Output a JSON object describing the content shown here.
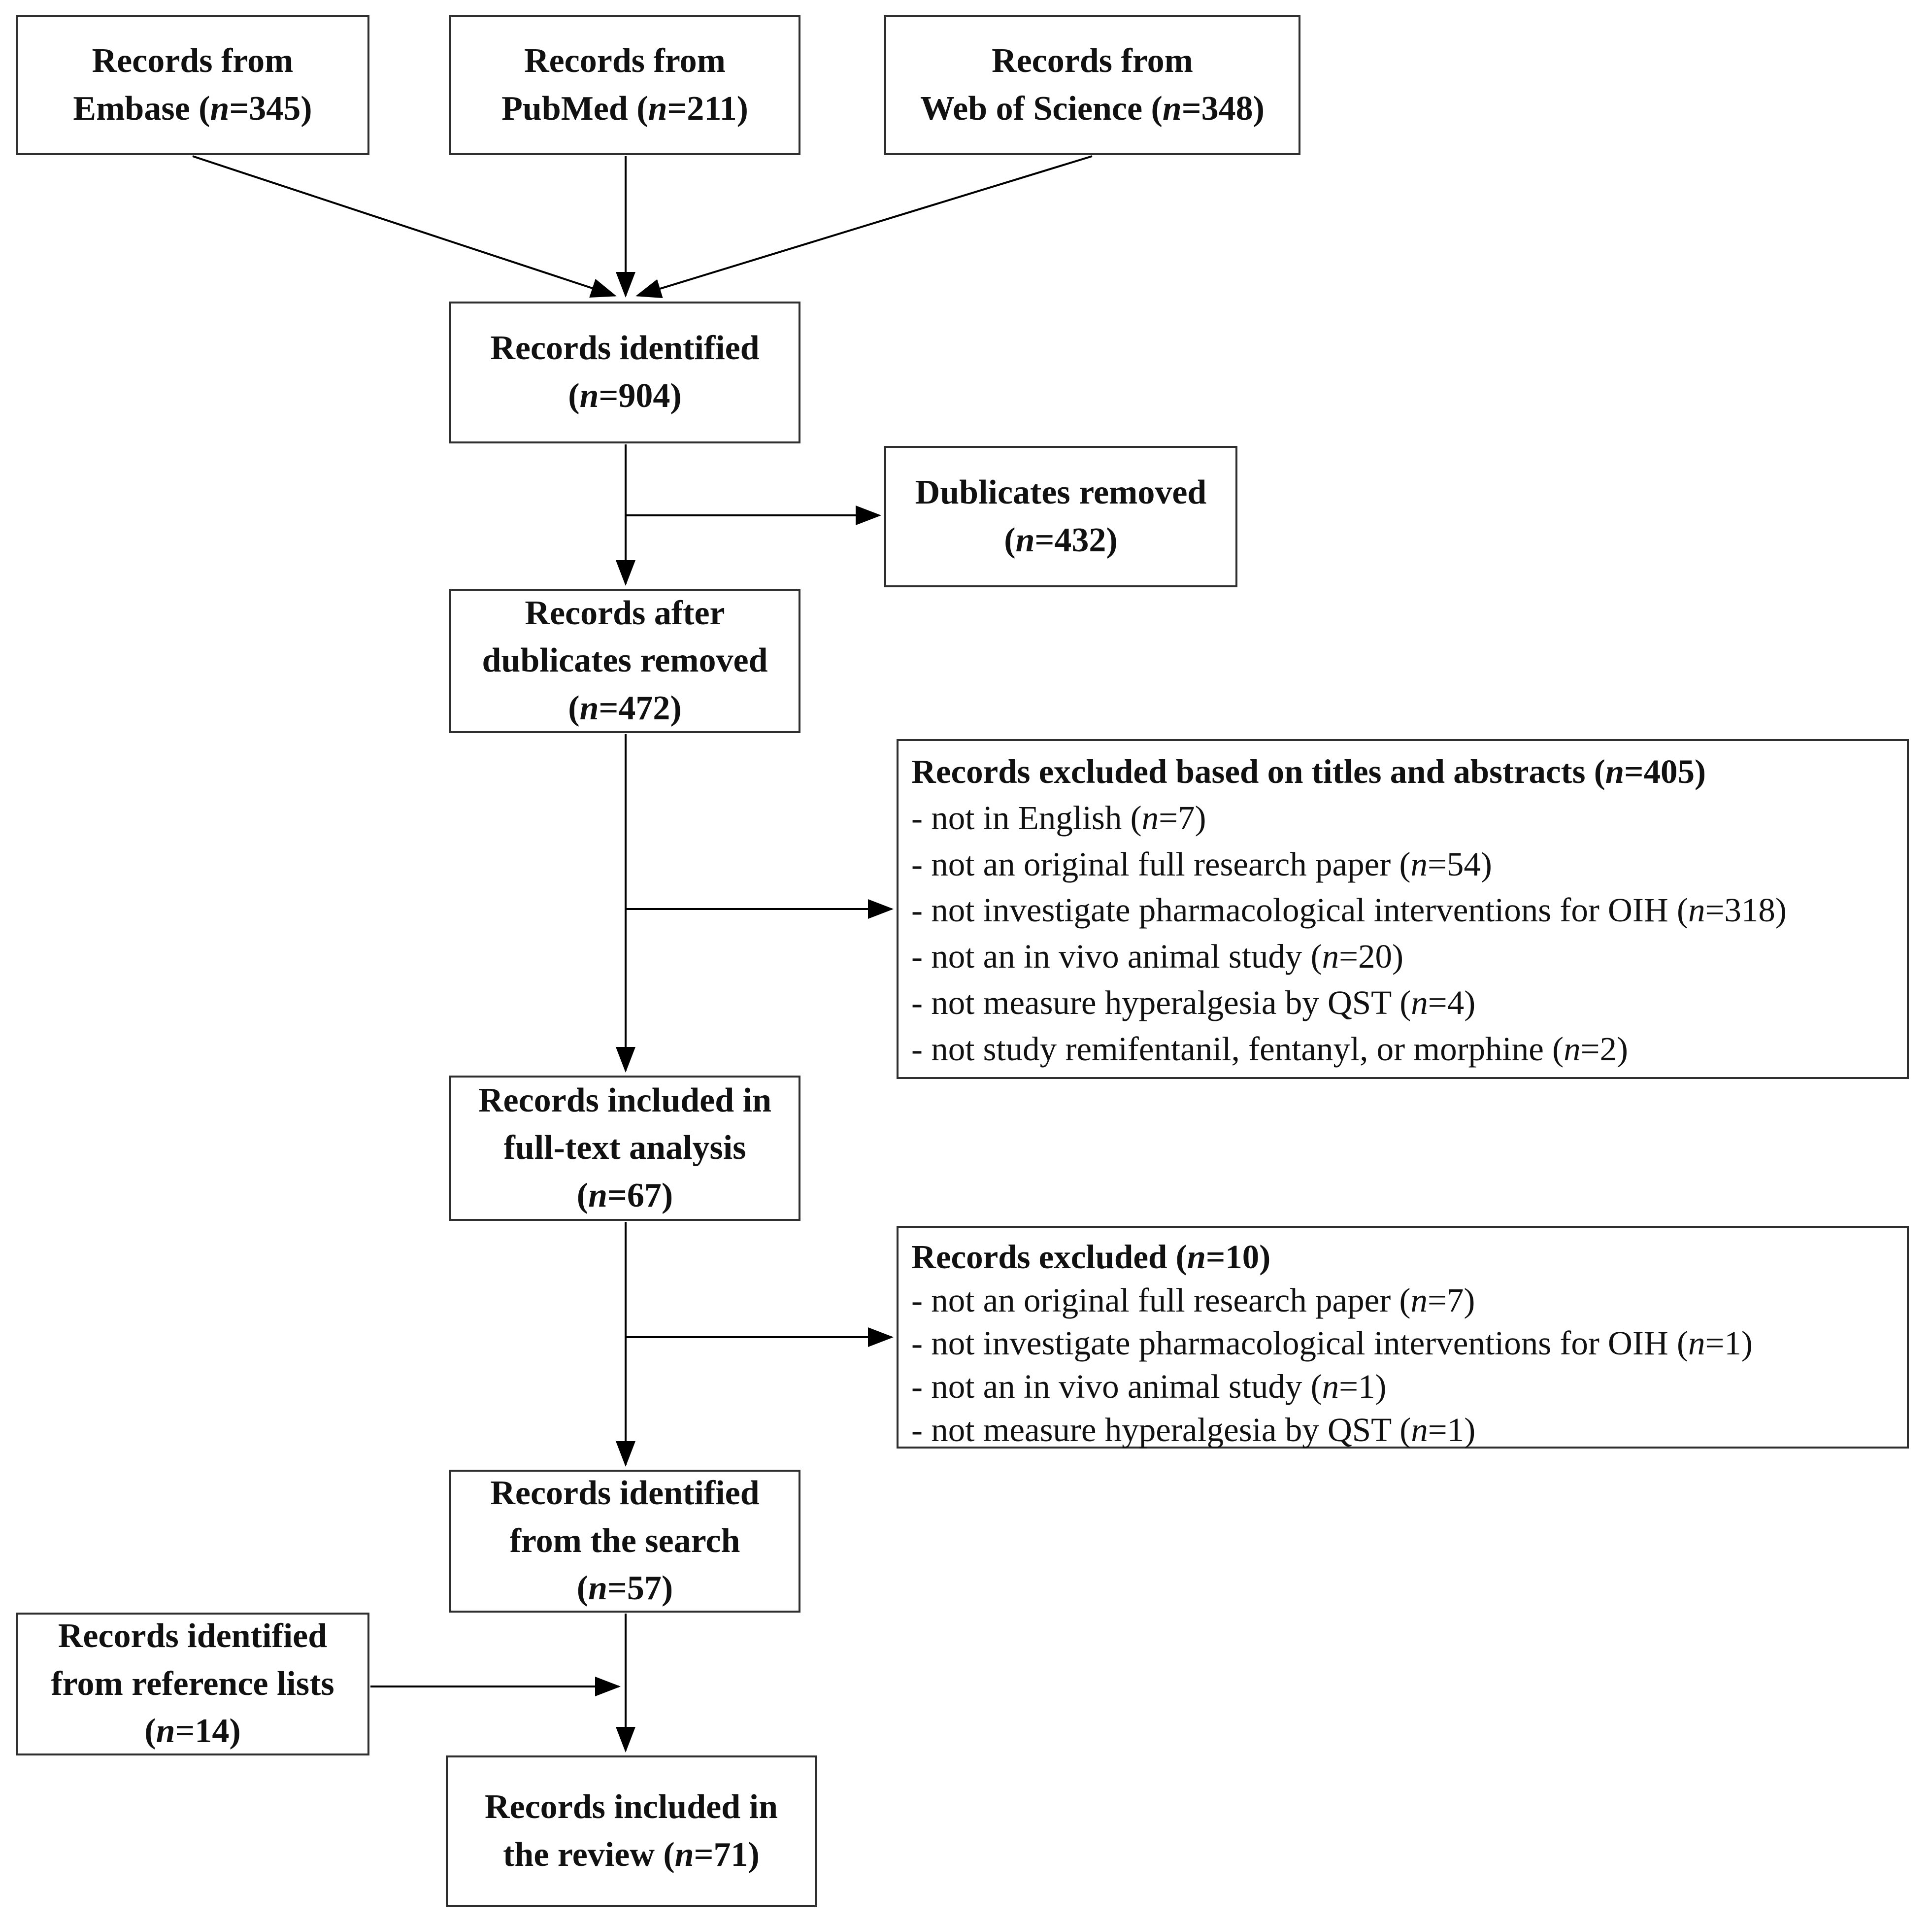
{
  "colors": {
    "background": "#ffffff",
    "box_border": "#2f2f2f",
    "text": "#111111",
    "arrow": "#000000"
  },
  "boxes": {
    "embase": {
      "label": "Records from\nEmbase (*n*=345)"
    },
    "pubmed": {
      "label": "Records from\nPubMed (*n*=211)"
    },
    "wos": {
      "label": "Records from\nWeb of Science (*n*=348)"
    },
    "identified": {
      "label": "Records identified\n(*n*=904)"
    },
    "dublicates": {
      "label": "Dublicates removed\n(*n*=432)"
    },
    "afterdub": {
      "label": "Records after\ndublicates removed\n(*n*=472)"
    },
    "fulltext": {
      "label": "Records included in\nfull-text analysis\n(*n*=67)"
    },
    "search": {
      "label": "Records identified\nfrom the search\n(*n*=57)"
    },
    "reflists": {
      "label": "Records identified\nfrom reference lists\n(*n*=14)"
    },
    "review": {
      "label": "Records included in\nthe review (*n*=71)"
    }
  },
  "exclusion_titles_abstracts": {
    "title": "Records excluded based on titles and abstracts (*n*=405)",
    "items": [
      "- not in English (*n*=7)",
      "- not an original full research paper (*n*=54)",
      "- not investigate pharmacological interventions for OIH (*n*=318)",
      "- not an in vivo animal study (*n*=20)",
      "- not measure hyperalgesia by QST (*n*=4)",
      "- not study remifentanil, fentanyl, or morphine (*n*=2)"
    ]
  },
  "exclusion_fulltext": {
    "title": "Records excluded (*n*=10)",
    "items": [
      "- not an original full research paper (*n*=7)",
      "- not investigate pharmacological interventions for OIH (*n*=1)",
      "- not an in vivo animal study (*n*=1)",
      "- not measure hyperalgesia by QST (*n*=1)"
    ]
  },
  "counts": {
    "embase": 345,
    "pubmed": 211,
    "web_of_science": 348,
    "identified": 904,
    "dublicates_removed": 432,
    "after_dublicates_removed": 472,
    "excluded_titles_abstracts": 405,
    "excluded_titles_abstracts_items": [
      7,
      54,
      318,
      20,
      4,
      2
    ],
    "full_text_analysis": 67,
    "excluded_fulltext": 10,
    "excluded_fulltext_items": [
      7,
      1,
      1,
      1
    ],
    "identified_from_search": 57,
    "reference_lists": 14,
    "included_in_review": 71
  }
}
